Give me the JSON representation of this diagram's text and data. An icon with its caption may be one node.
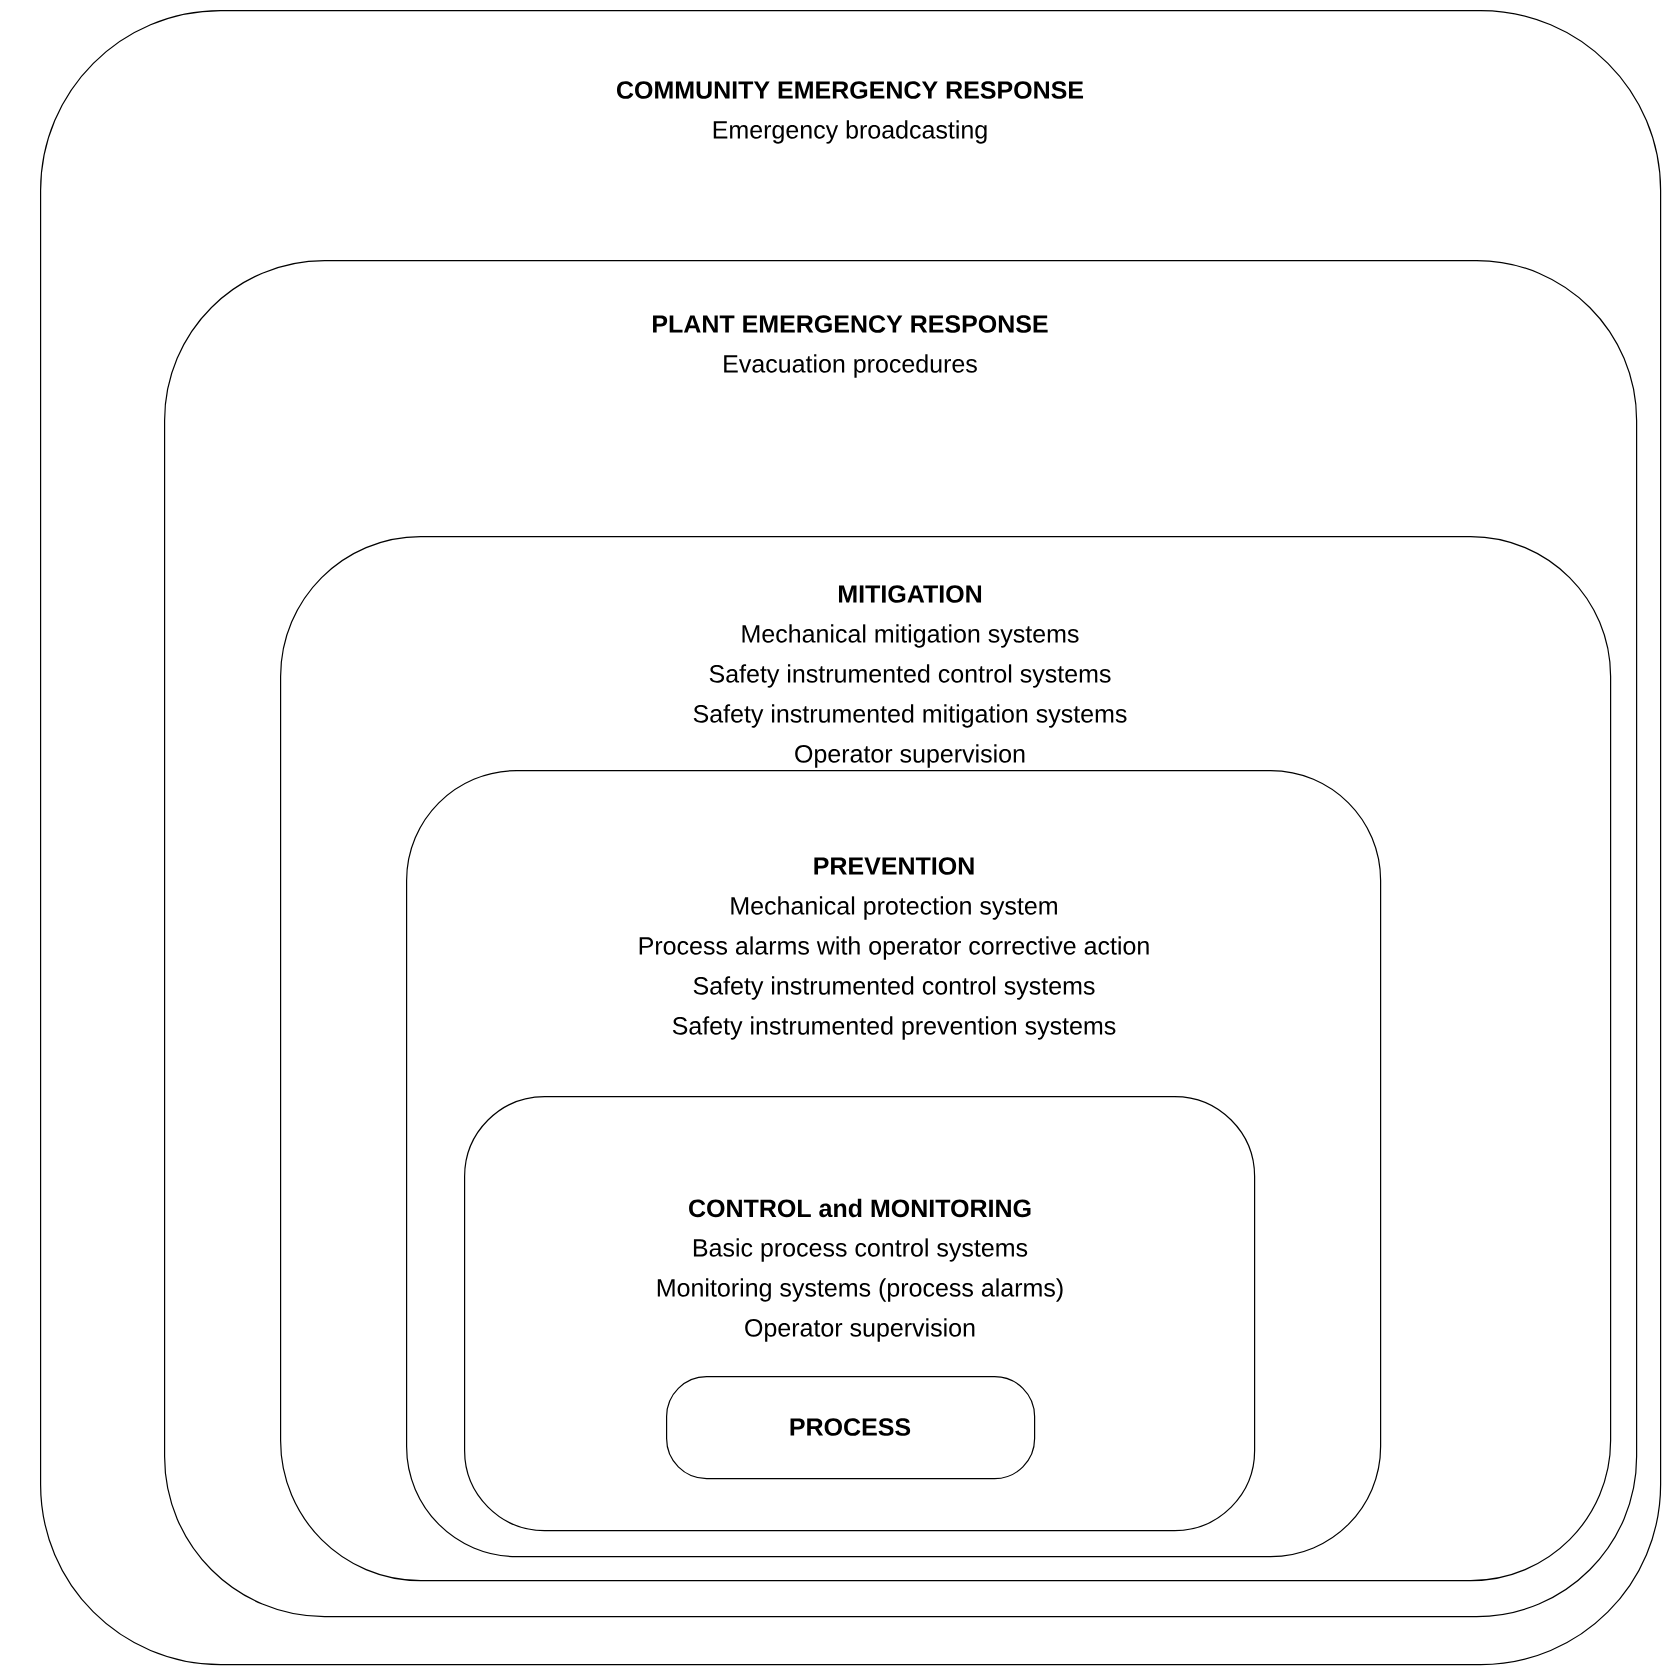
{
  "diagram": {
    "nodes": [
      {
        "text": [
          "COMMUNITY EMERGENCY RESPONSE",
          "Emergency broadcasting"
        ]
      },
      {
        "text": [
          "PLANT EMERGENCY RESPONSE",
          "Evacuation procedures"
        ],
        "in": 0
      },
      {
        "text": [
          "MITIGATION",
          "Mechanical mitigation systems",
          "Safety instrumented control systems",
          "Safety instrumented mitigation systems",
          "Operator supervision"
        ],
        "in": 1
      },
      {
        "text": [
          "PREVENTION",
          "Mechanical protection system",
          "Process alarms with operator corrective action",
          "Safety instrumented control systems",
          "Safety instrumented prevention systems"
        ],
        "in": 2
      },
      {
        "text": [
          "CONTROL and MONITORING",
          "Basic process control systems",
          "Monitoring systems (process alarms)",
          "Operator supervision"
        ],
        "in": 3
      },
      {
        "text": [
          "PROCESS"
        ],
        "in": 4
      }
    ]
  }
}
